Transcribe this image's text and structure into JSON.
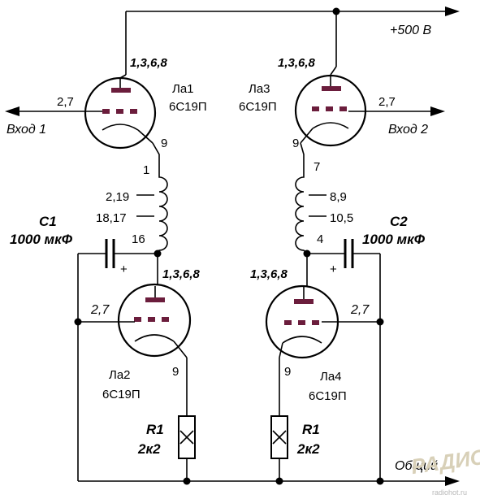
{
  "supply": "+500 В",
  "ground": "Общий",
  "inputs": {
    "in1": "Вход 1",
    "in2": "Вход 2"
  },
  "tubes": {
    "la1": {
      "name": "Ла1",
      "type": "6С19П",
      "anode_pins": "1,3,6,8",
      "grid_pins": "2,7",
      "cathode_pin": "9"
    },
    "la3": {
      "name": "Ла3",
      "type": "6С19П",
      "anode_pins": "1,3,6,8",
      "grid_pins": "2,7",
      "cathode_pin": "9"
    },
    "la2": {
      "name": "Ла2",
      "type": "6С19П",
      "anode_pins": "1,3,6,8",
      "grid_pins": "2,7",
      "cathode_pin": "9"
    },
    "la4": {
      "name": "Ла4",
      "type": "6С19П",
      "anode_pins": "1,3,6,8",
      "grid_pins": "2,7",
      "cathode_pin": "9"
    }
  },
  "coil_left": {
    "taps": [
      "1",
      "2,19",
      "18,17",
      "16"
    ]
  },
  "coil_right": {
    "taps": [
      "7",
      "8,9",
      "10,5",
      "4"
    ]
  },
  "capacitors": {
    "c1": {
      "name": "C1",
      "value": "1000 мкФ",
      "polarity": "+"
    },
    "c2": {
      "name": "C2",
      "value": "1000 мкФ",
      "polarity": "+"
    }
  },
  "resistors": {
    "r_left": {
      "name": "R1",
      "value": "2к2"
    },
    "r_right": {
      "name": "R1",
      "value": "2к2"
    }
  },
  "watermark": {
    "logo": "РАДИО",
    "site": "radiohot.ru"
  },
  "colors": {
    "electrode": "#6b1d3c",
    "wire": "#000000",
    "background": "#ffffff"
  }
}
